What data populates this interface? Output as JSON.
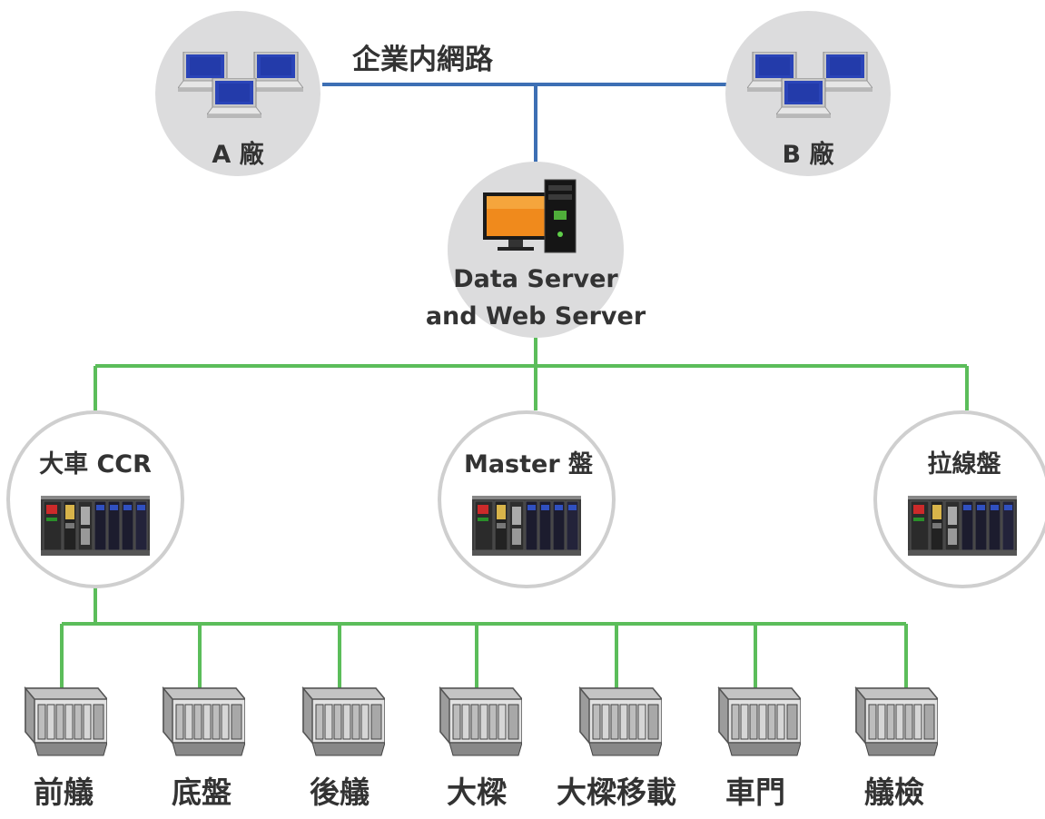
{
  "network": {
    "enterprise_label": "企業内網路",
    "plant_a_label": "A 廠",
    "plant_b_label": "B 廠",
    "server_line1": "Data Server",
    "server_line2": "and Web Server"
  },
  "panels": [
    {
      "label": "大車 CCR"
    },
    {
      "label": "Master 盤"
    },
    {
      "label": "拉線盤"
    }
  ],
  "stations": [
    {
      "label": "前艤"
    },
    {
      "label": "底盤"
    },
    {
      "label": "後艤"
    },
    {
      "label": "大樑"
    },
    {
      "label": "大樑移載"
    },
    {
      "label": "車門"
    },
    {
      "label": "艤檢"
    }
  ],
  "colors": {
    "enterprise_line": "#3d6fb4",
    "control_line": "#5bbd5a",
    "node_circle": "#dcdcdd",
    "text": "#333333"
  }
}
